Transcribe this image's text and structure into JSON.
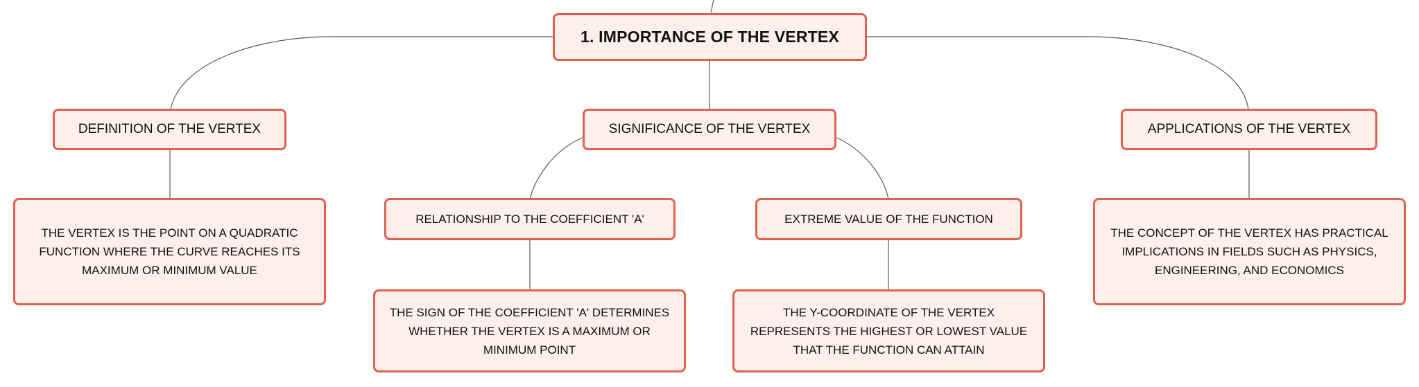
{
  "colors": {
    "node_fill": "#fdefeb",
    "node_border": "#e0614e",
    "connector": "#555555",
    "text": "#111111"
  },
  "root": {
    "label": "1. IMPORTANCE OF THE VERTEX"
  },
  "branches": {
    "definition": {
      "label": "DEFINITION OF THE VERTEX",
      "detail": "THE VERTEX IS THE POINT ON A QUADRATIC FUNCTION WHERE THE CURVE REACHES ITS MAXIMUM OR MINIMUM VALUE"
    },
    "significance": {
      "label": "SIGNIFICANCE OF THE VERTEX",
      "children": {
        "coefficient": {
          "label": "RELATIONSHIP TO THE COEFFICIENT 'A'",
          "detail": "THE SIGN OF THE COEFFICIENT 'A' DETERMINES WHETHER THE VERTEX IS A MAXIMUM OR MINIMUM POINT"
        },
        "extreme": {
          "label": "EXTREME VALUE OF THE FUNCTION",
          "detail": "THE Y-COORDINATE OF THE VERTEX REPRESENTS THE HIGHEST OR LOWEST VALUE THAT THE FUNCTION CAN ATTAIN"
        }
      }
    },
    "applications": {
      "label": "APPLICATIONS OF THE VERTEX",
      "detail": "THE CONCEPT OF THE VERTEX HAS PRACTICAL IMPLICATIONS IN FIELDS SUCH AS PHYSICS, ENGINEERING, AND ECONOMICS"
    }
  }
}
